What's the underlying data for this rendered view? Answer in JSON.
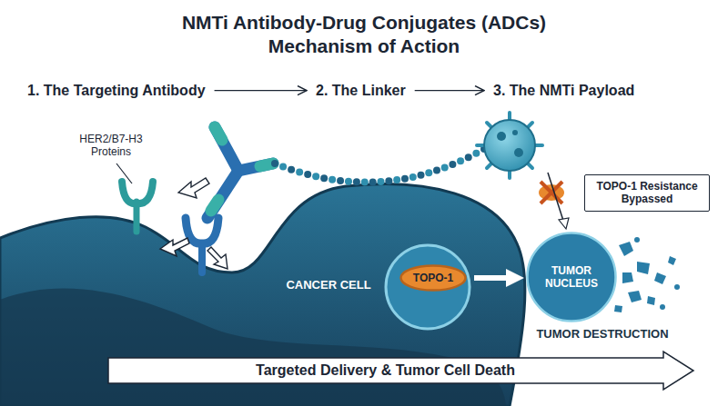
{
  "diagram": {
    "title": "NMTi Antibody-Drug Conjugates (ADCs) Mechanism of Action",
    "nodes": [
      {
        "text": [
          "1. The Targeting Antibody"
        ]
      },
      {
        "text": [
          "2. The Linker"
        ]
      },
      {
        "text": [
          "3. The NMTi Payload"
        ]
      },
      {
        "text": [
          "TOPO-1 Resistance Bypassed"
        ]
      },
      {
        "text": [
          "TOPO-1"
        ]
      },
      {
        "text": [
          "TUMOR NUCLEUS"
        ]
      },
      {
        "text": [
          "Targeted Delivery & Tumor Cell Death"
        ]
      }
    ],
    "edges": [
      {
        "from": 0,
        "to": 1,
        "arrow": "to"
      },
      {
        "from": 1,
        "to": 2,
        "arrow": "to"
      },
      {
        "from": 4,
        "to": 5,
        "arrow": "to"
      }
    ],
    "labels": [
      "HER2/B7-H3 Proteins",
      "CANCER CELL",
      "TUMOR DESTRUCTION"
    ]
  }
}
